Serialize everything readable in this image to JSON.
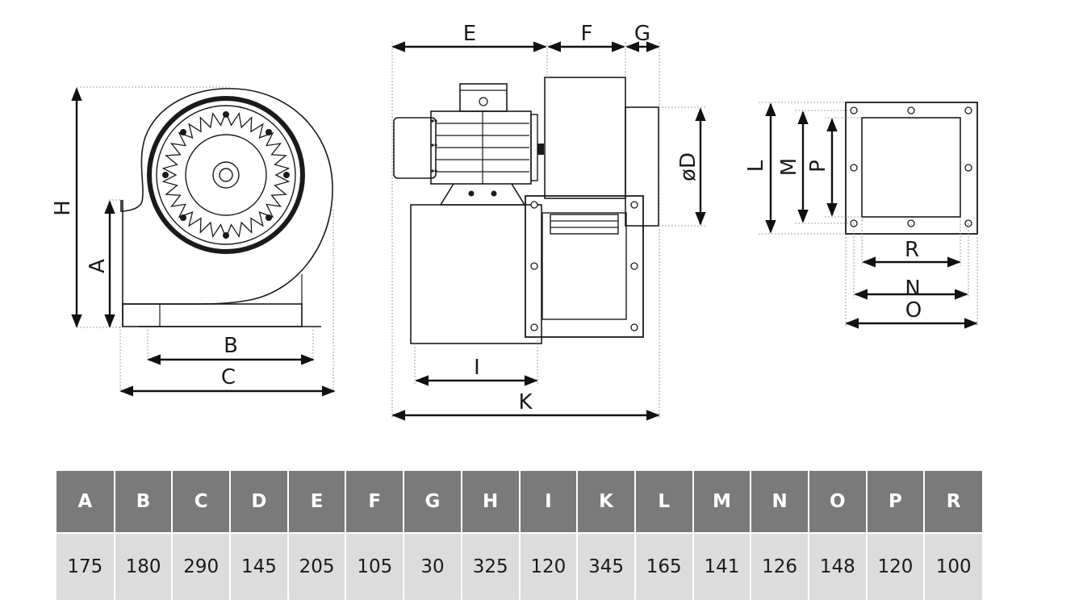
{
  "drawing": {
    "side_view_labels": {
      "H": "H",
      "A": "A",
      "B": "B",
      "C": "C"
    },
    "front_view_labels": {
      "E": "E",
      "F": "F",
      "G": "G",
      "D": "øD",
      "I": "I",
      "K": "K"
    },
    "flange_view_labels": {
      "L": "L",
      "M": "M",
      "P": "P",
      "R": "R",
      "N": "N",
      "O": "O"
    }
  },
  "table": {
    "headers": [
      "A",
      "B",
      "C",
      "D",
      "E",
      "F",
      "G",
      "H",
      "I",
      "K",
      "L",
      "M",
      "N",
      "O",
      "P",
      "R"
    ],
    "values": [
      "175",
      "180",
      "290",
      "145",
      "205",
      "105",
      "30",
      "325",
      "120",
      "345",
      "165",
      "141",
      "126",
      "148",
      "120",
      "100"
    ]
  },
  "colors": {
    "header_bg": "#7a7a7a",
    "header_text": "#ffffff",
    "value_bg": "#dcdcdc",
    "line": "#1a1a1a"
  }
}
